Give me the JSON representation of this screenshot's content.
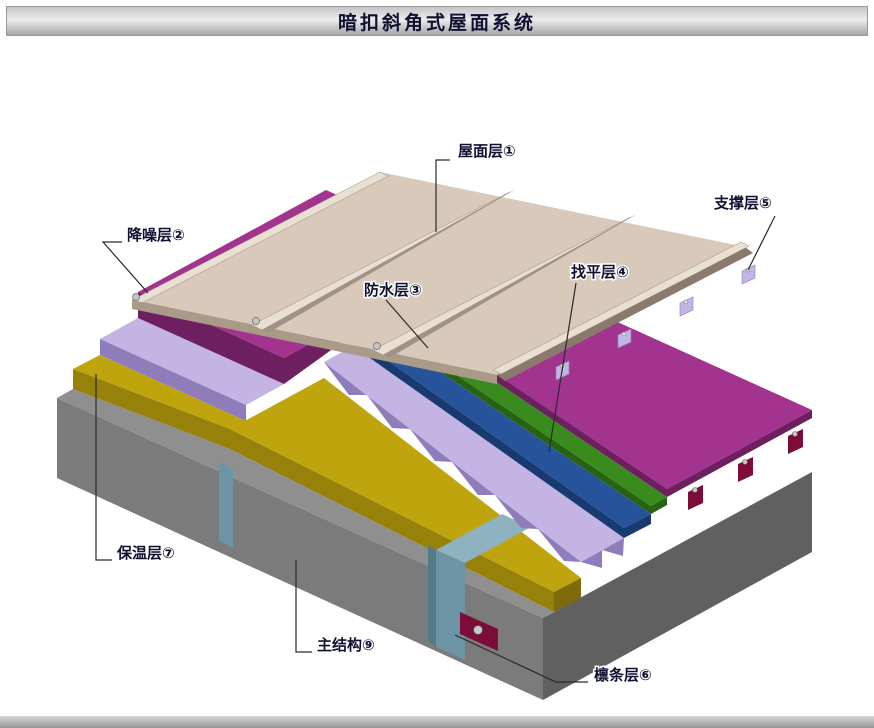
{
  "title": "暗扣斜角式屋面系统",
  "callouts": {
    "roof": "屋面层①",
    "noise": "降噪层②",
    "waterproof": "防水层③",
    "leveling": "找平层④",
    "support": "支撑层⑤",
    "purlin": "檩条层⑥",
    "insulation": "保温层⑦",
    "structure": "主结构⑨"
  },
  "colors": {
    "roof_top": "#d8c9ba",
    "roof_edge": "#eadfd3",
    "roof_shadow": "#8a7a6e",
    "roof_front": "#aa9a88",
    "noise_top": "#a2338f",
    "noise_front": "#6e1f60",
    "waterproof_top": "#3a8b1d",
    "waterproof_front": "#276313",
    "leveling_top": "#27539b",
    "leveling_front": "#193a70",
    "support_top": "#c3b4e4",
    "support_front": "#8f7cbb",
    "insulation_top": "#bfa40e",
    "insulation_front": "#96810b",
    "insulation_side": "#7d6b09",
    "structure_top": "#8f8f8f",
    "structure_front": "#7b7b7b",
    "structure_side": "#606060",
    "purlin_steel": "#8fb2c0",
    "bracket_red": "#7d0c3a",
    "bolt_gray": "#c8c8c8"
  }
}
